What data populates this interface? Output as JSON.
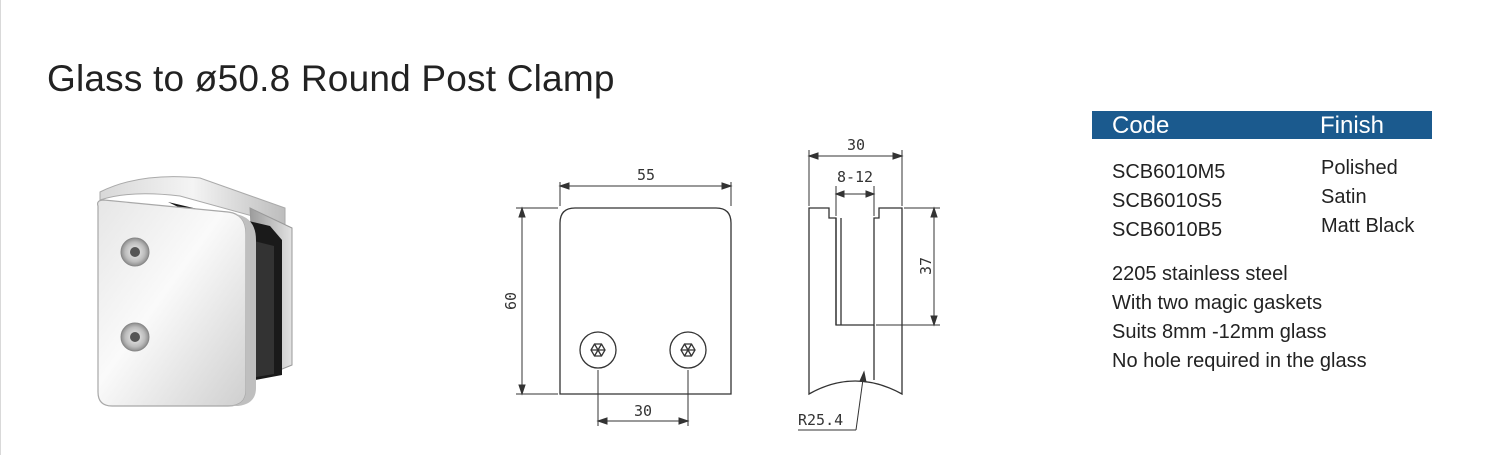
{
  "title": "Glass to ø50.8 Round Post Clamp",
  "table": {
    "header_code": "Code",
    "header_finish": "Finish",
    "rows": [
      {
        "code": "SCB6010M5",
        "finish": "Polished"
      },
      {
        "code": "SCB6010S5",
        "finish": "Satin"
      },
      {
        "code": "SCB6010B5",
        "finish": "Matt Black"
      }
    ]
  },
  "features": [
    "2205 stainless steel",
    "With two magic gaskets",
    "Suits 8mm -12mm glass",
    "No hole required in the glass"
  ],
  "drawing": {
    "width": "55",
    "height": "60",
    "hole_spacing": "30",
    "depth": "30",
    "glass_range": "8-12",
    "slot_depth": "37",
    "radius": "R25.4"
  },
  "colors": {
    "header_bg": "#1b5a8e",
    "header_text": "#ffffff",
    "text": "#222222",
    "line": "#333333"
  }
}
